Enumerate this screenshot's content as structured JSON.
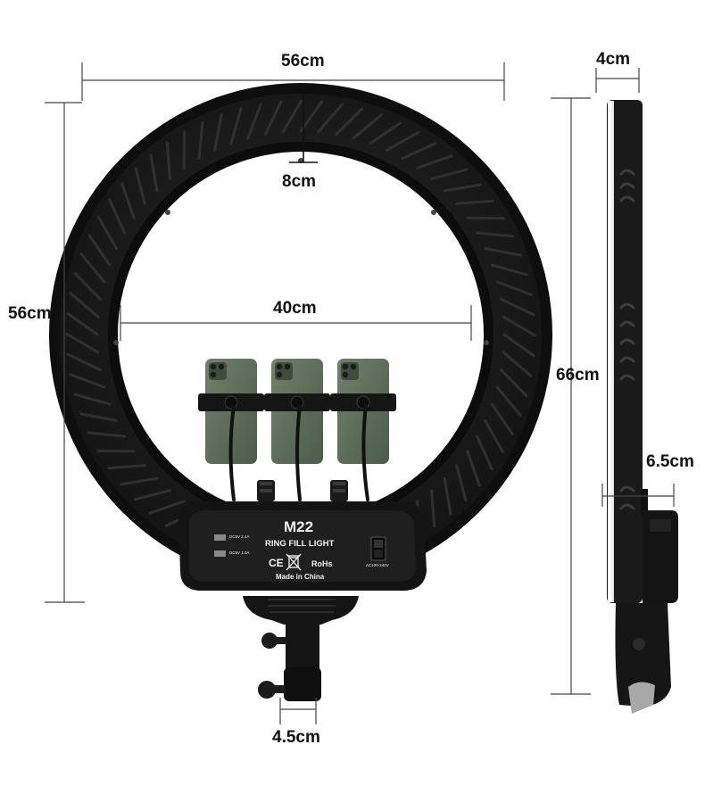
{
  "dimensions": {
    "ring_width": "56cm",
    "ring_height": "56cm",
    "ring_band": "8cm",
    "inner_diameter": "40cm",
    "side_depth": "4cm",
    "total_height": "66cm",
    "mount_depth": "6.5cm",
    "mount_width": "4.5cm"
  },
  "hub": {
    "model": "M22",
    "product": "RING FILL LIGHT",
    "usb1": "DC5V 2.4A",
    "usb2": "DC5V 1.0A",
    "certifications": [
      "CE",
      "RoHs"
    ],
    "origin": "Made in China",
    "power": "AC100-240V"
  },
  "colors": {
    "body": "#1c1c1c",
    "rim": "#0e0e0e",
    "phone": "#5c6e5a",
    "dim_line": "#444444",
    "label": "#111111"
  },
  "icons": [
    "weee-bin-icon",
    "power-switch-icon",
    "usb-port-icon",
    "knob-icon",
    "phone-clip-icon"
  ]
}
